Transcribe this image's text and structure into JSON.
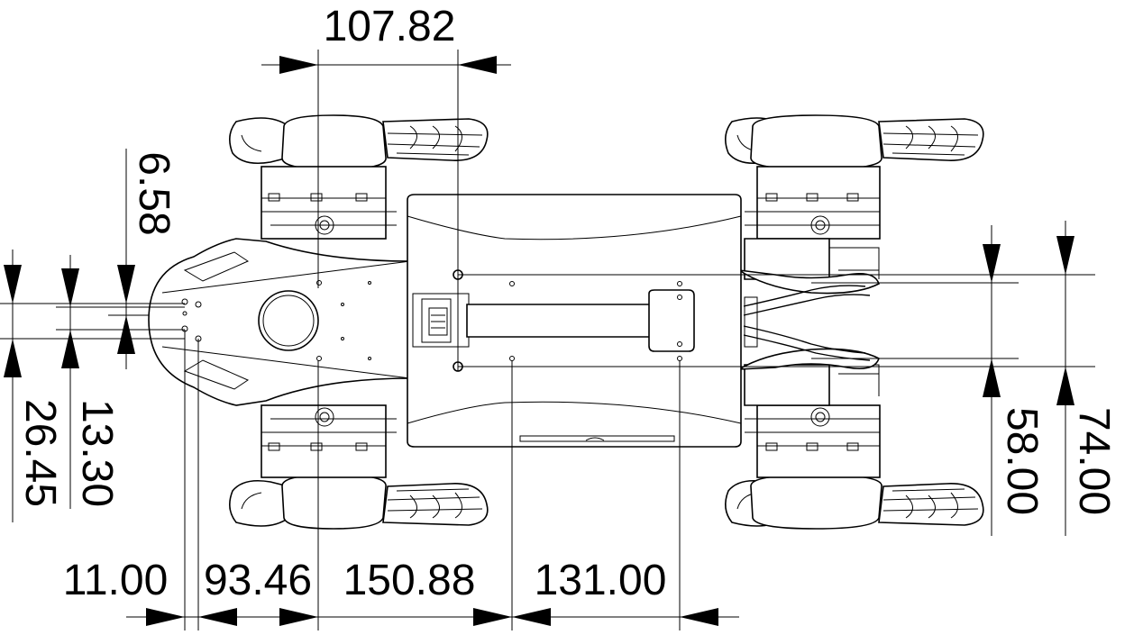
{
  "drawing": {
    "view": "top",
    "subject": "quadruped-robot"
  },
  "dimensions": {
    "top_width": "107.82",
    "offset_top": "6.58",
    "offset_mid": "13.30",
    "offset_outer": "26.45",
    "bottom_1": "11.00",
    "bottom_2": "93.46",
    "bottom_3": "150.88",
    "bottom_4": "131.00",
    "right_inner": "58.00",
    "right_outer": "74.00"
  },
  "colors": {
    "line": "#000000",
    "background": "#ffffff"
  }
}
